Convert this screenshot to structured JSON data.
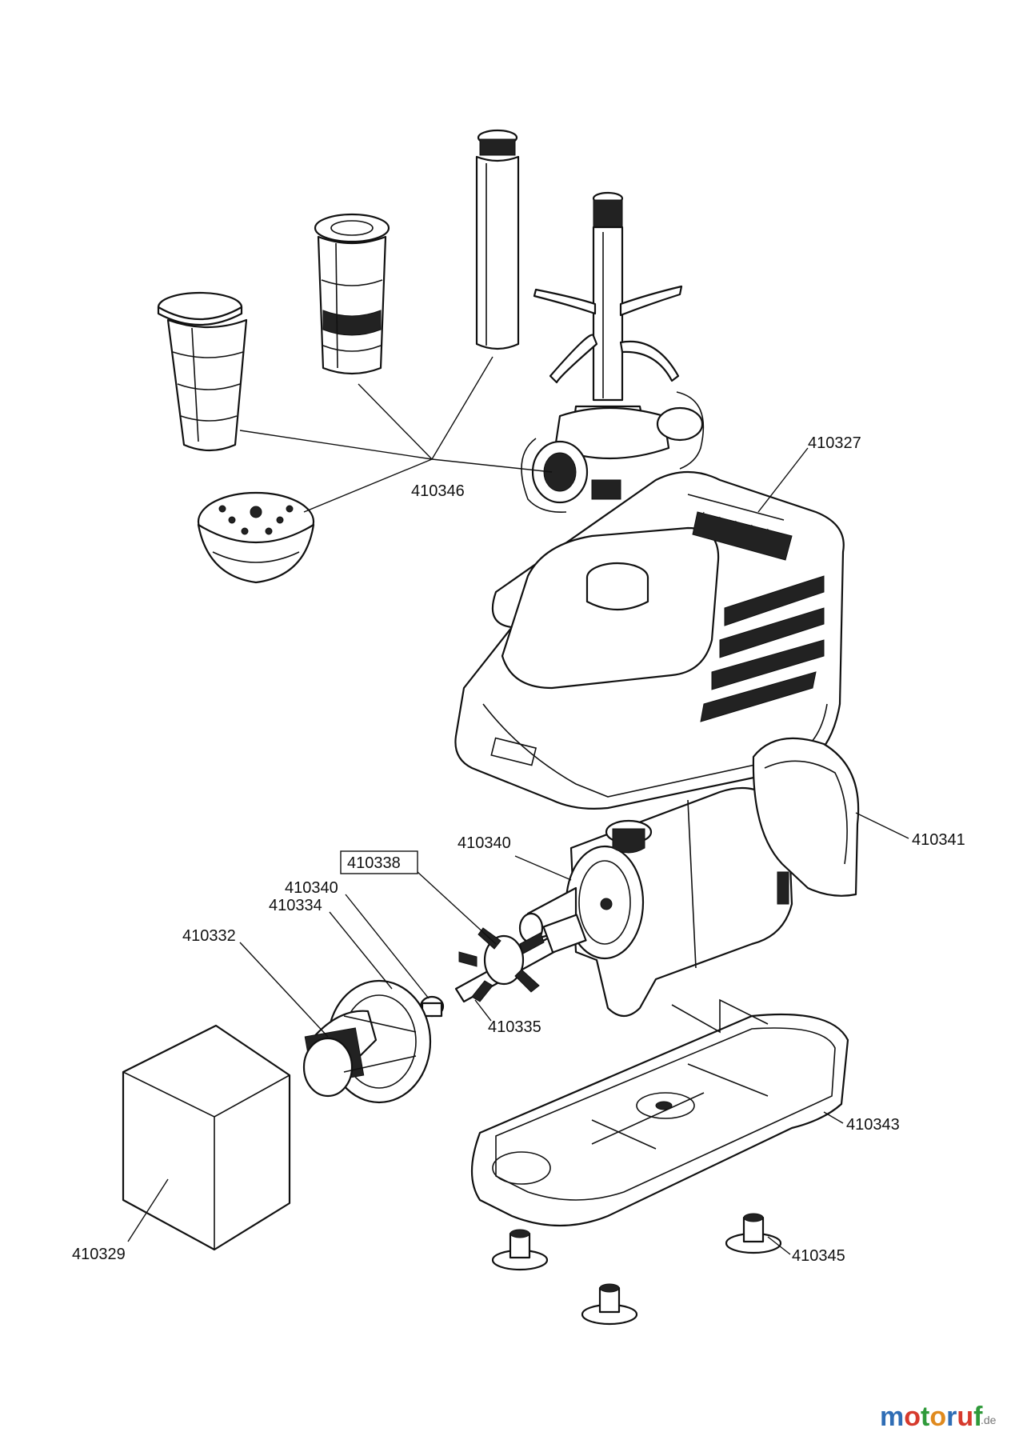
{
  "labels": {
    "p410346": "410346",
    "p410327": "410327",
    "p410341": "410341",
    "p410340a": "410340",
    "p410338": "410338",
    "p410340b": "410340",
    "p410334": "410334",
    "p410332": "410332",
    "p410335": "410335",
    "p410343": "410343",
    "p410329": "410329",
    "p410345": "410345"
  },
  "watermark": {
    "main": "motoruf",
    "suffix": ".de"
  }
}
